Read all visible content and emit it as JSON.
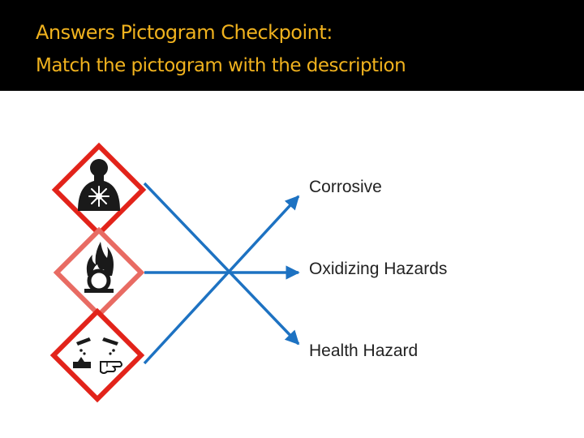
{
  "slide": {
    "title": "Answers Pictogram Checkpoint:",
    "subtitle": "Match the pictogram with the description"
  },
  "pictograms": [
    {
      "icon": "health-hazard-icon"
    },
    {
      "icon": "flame-over-circle-icon"
    },
    {
      "icon": "corrosion-icon"
    }
  ],
  "descriptions": [
    {
      "label": "Corrosive"
    },
    {
      "label": "Oxidizing Hazards"
    },
    {
      "label": "Health Hazard"
    }
  ],
  "colors": {
    "title_bar": "#000000",
    "title_text": "#f0b21e",
    "pictogram_border": "#e2231a",
    "arrow": "#1d72c2"
  }
}
